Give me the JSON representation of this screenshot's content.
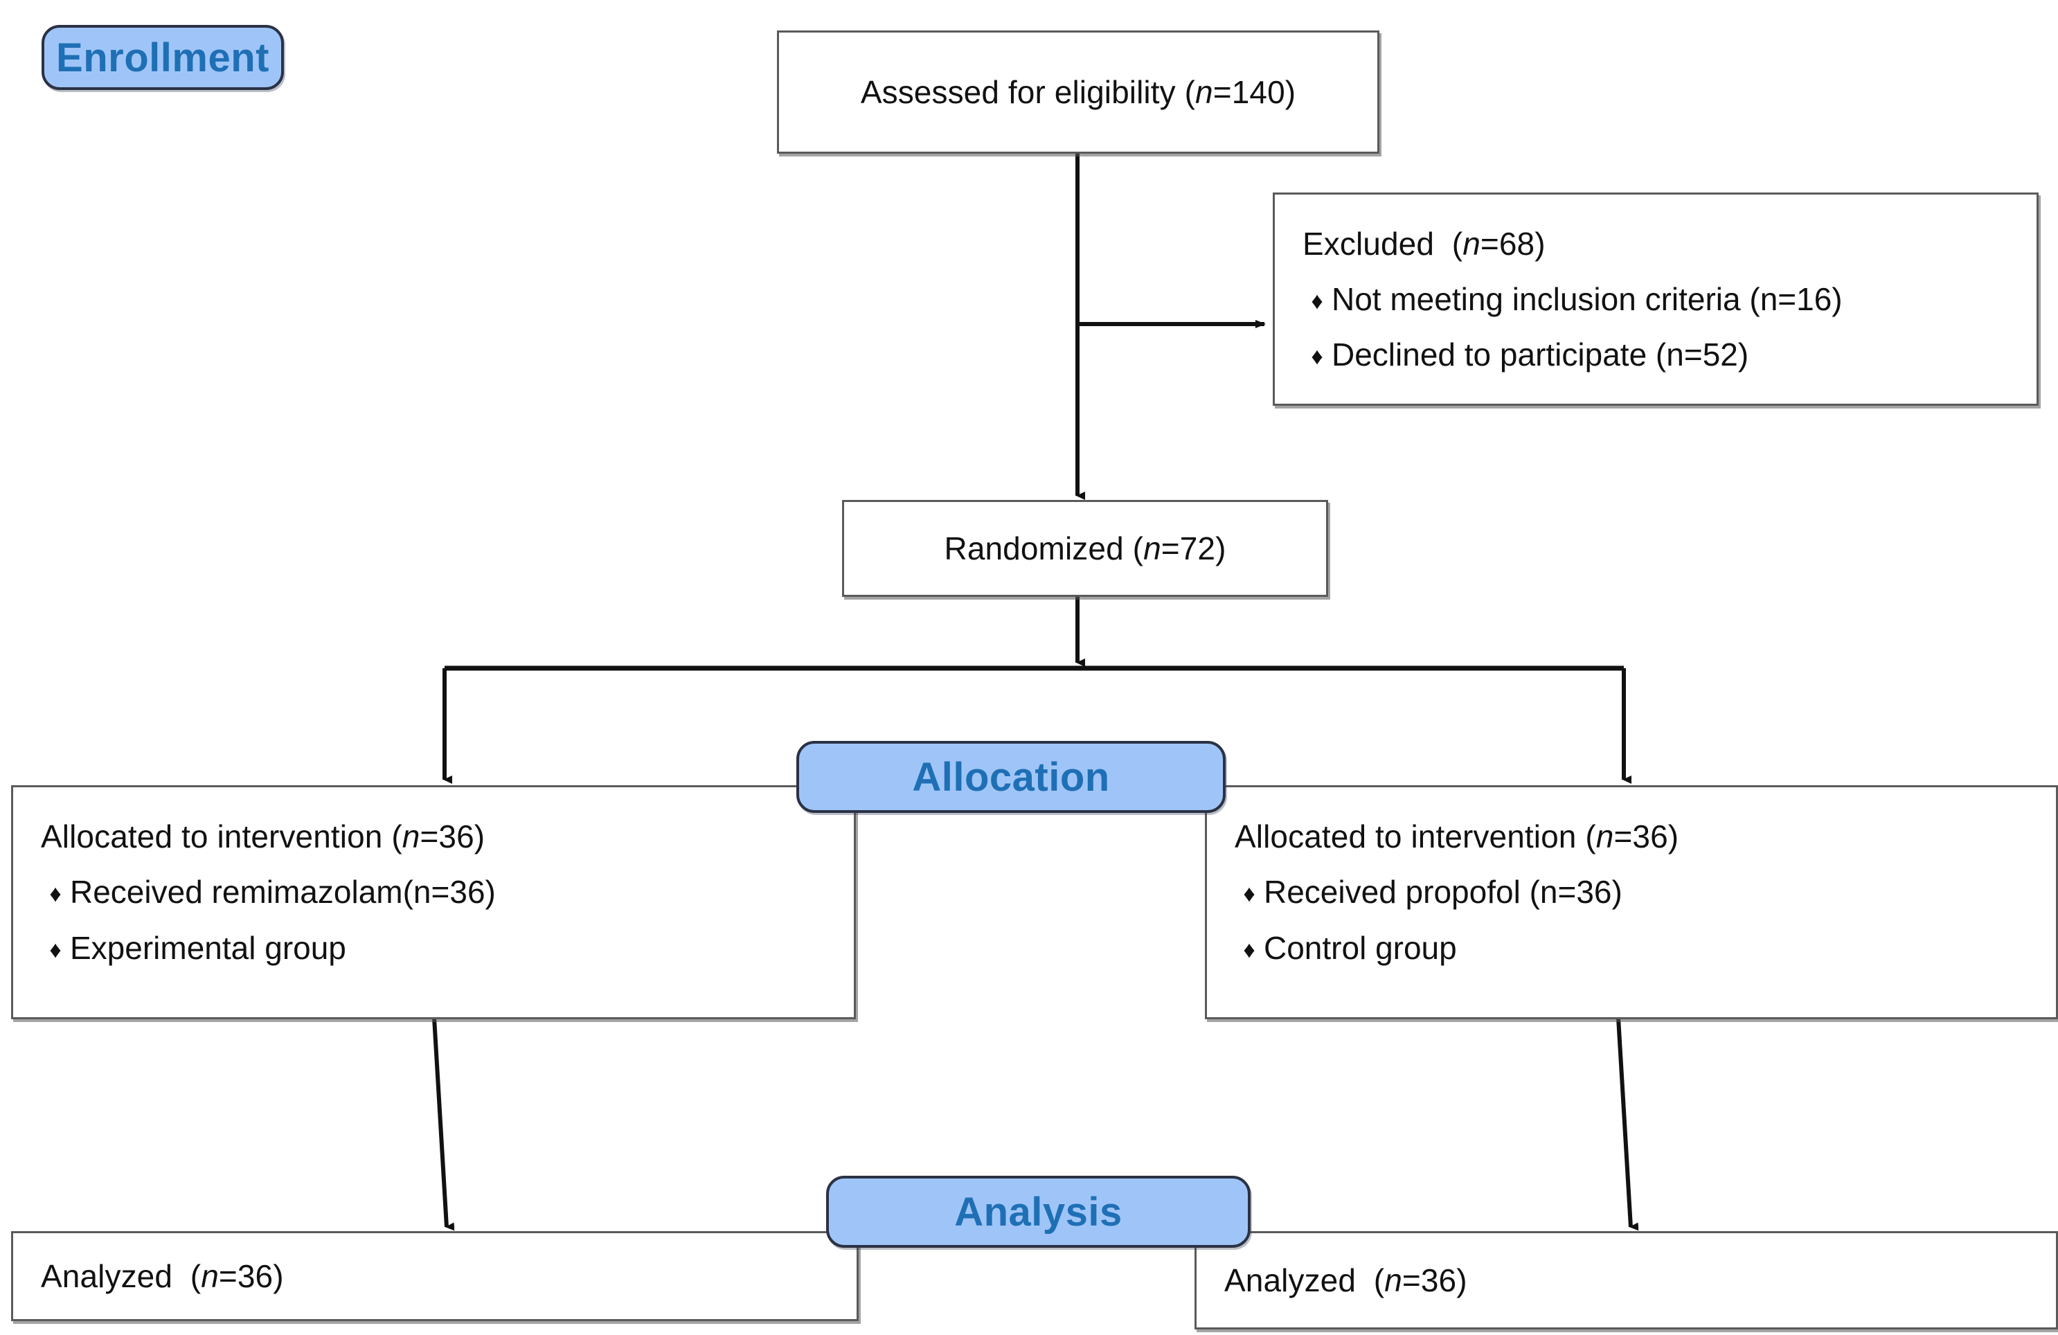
{
  "diagram": {
    "title": "CONSORT participant flow diagram",
    "type": "flowchart",
    "colors": {
      "badge_fill": "#9fc5f8",
      "badge_border": "#2b3245",
      "badge_text": "#1f6fb5",
      "box_border": "#5a5a5a",
      "box_fill": "#ffffff",
      "text": "#111111",
      "connector": "#111111"
    }
  },
  "stages": {
    "enrollment": "Enrollment",
    "allocation": "Allocation",
    "analysis": "Analysis"
  },
  "nodes": {
    "assessed": {
      "prefix": "Assessed for eligibility (",
      "n_symbol": "n",
      "suffix": "=140)"
    },
    "excluded": {
      "heading_prefix": "Excluded  (",
      "heading_n": "n",
      "heading_suffix": "=68)",
      "bullet_char": "♦",
      "items": [
        {
          "prefix": "Not meeting inclusion criteria (",
          "n_symbol": "n",
          "suffix": "=16)"
        },
        {
          "prefix": "Declined to participate (",
          "n_symbol": "n",
          "suffix": "=52)"
        }
      ]
    },
    "randomized": {
      "prefix": "Randomized (",
      "n_symbol": "n",
      "suffix": "=72)"
    },
    "allocated_left": {
      "heading_prefix": "Allocated to intervention (",
      "heading_n": "n",
      "heading_suffix": "=36)",
      "bullet_char": "♦",
      "items": [
        {
          "prefix": "Received remimazolam(",
          "n_symbol": "n",
          "suffix": "=36)"
        },
        {
          "prefix": "Experimental group",
          "n_symbol": "",
          "suffix": ""
        }
      ]
    },
    "allocated_right": {
      "heading_prefix": "Allocated to intervention (",
      "heading_n": "n",
      "heading_suffix": "=36)",
      "bullet_char": "♦",
      "items": [
        {
          "prefix": "Received propofol (",
          "n_symbol": "n",
          "suffix": "=36)"
        },
        {
          "prefix": "Control group",
          "n_symbol": "",
          "suffix": ""
        }
      ]
    },
    "analyzed_left": {
      "prefix": "Analyzed  (",
      "n_symbol": "n",
      "suffix": "=36)"
    },
    "analyzed_right": {
      "prefix": "Analyzed  (",
      "n_symbol": "n",
      "suffix": "=36)"
    }
  },
  "flow_data": {
    "type": "flowchart",
    "assessed_for_eligibility": 140,
    "excluded_total": 68,
    "excluded_not_meeting_inclusion_criteria": 16,
    "excluded_declined_to_participate": 52,
    "randomized": 72,
    "allocated_experimental": 36,
    "allocated_control": 36,
    "analyzed_experimental": 36,
    "analyzed_control": 36
  }
}
